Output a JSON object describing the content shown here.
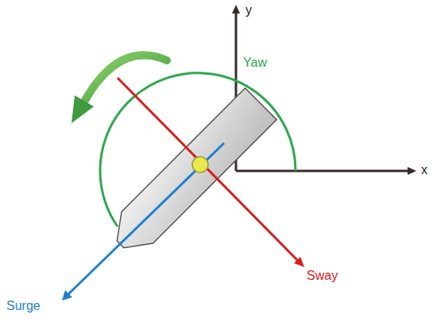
{
  "diagram": {
    "labels": [
      "y",
      "Yaw",
      "x",
      "Sway",
      "Surge"
    ]
  }
}
